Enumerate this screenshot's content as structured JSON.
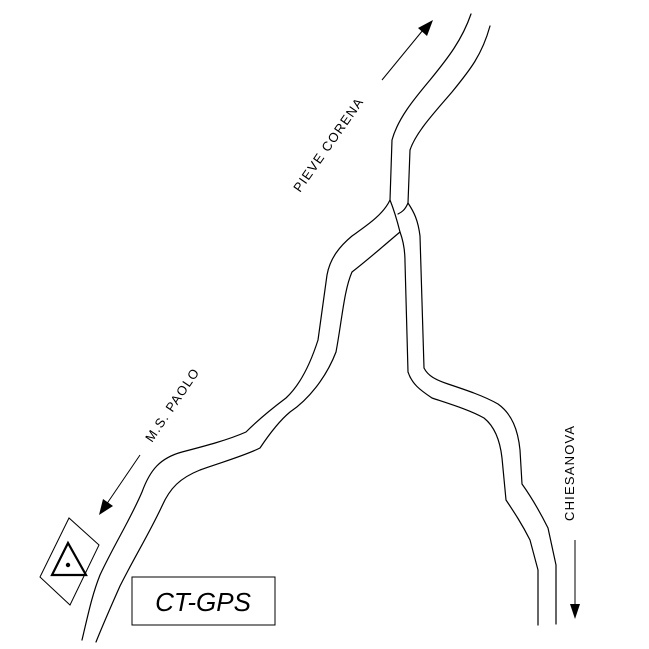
{
  "map": {
    "station_label": "CT-GPS",
    "roads": {
      "north": "PIEVE CORENA",
      "southwest": "M.S. PAOLO",
      "southeast": "CHIESANOVA"
    },
    "marker_icon": "survey-point-triangle-icon",
    "ink_color": "#000000",
    "background_color": "#ffffff"
  }
}
